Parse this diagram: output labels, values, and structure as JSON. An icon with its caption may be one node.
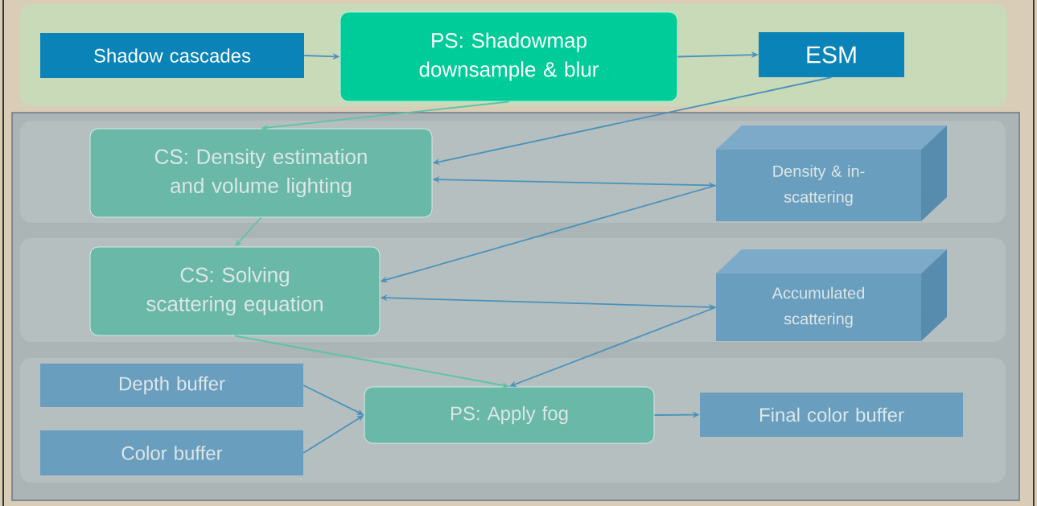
{
  "diagram": {
    "nodes": [
      {
        "text": [],
        "shape": "box"
      },
      {
        "text": [
          "Shadow cascades"
        ],
        "in": 0
      },
      {
        "text": [
          "PS: Shadowmap downsample & blur"
        ],
        "in": 0
      },
      {
        "text": [
          "ESM"
        ],
        "in": 0
      },
      {
        "text": [],
        "shape": "box"
      },
      {
        "text": [],
        "shape": "box",
        "in": 4
      },
      {
        "text": [
          "CS: Density estimation and volume lighting"
        ],
        "in": 5
      },
      {
        "text": [
          "Density & in-scattering"
        ],
        "in": 5
      },
      {
        "text": [],
        "shape": "box",
        "in": 4
      },
      {
        "text": [
          "CS: Solving scattering equation"
        ],
        "in": 8
      },
      {
        "text": [
          "Accumulated scattering"
        ],
        "in": 8
      },
      {
        "text": [],
        "shape": "box",
        "in": 4
      },
      {
        "text": [
          "Depth buffer"
        ],
        "in": 11
      },
      {
        "text": [
          "Color buffer"
        ],
        "in": 11
      },
      {
        "text": [
          "PS: Apply fog"
        ],
        "in": 11
      },
      {
        "text": [
          "Final color buffer"
        ],
        "in": 11
      }
    ],
    "edges": [
      {
        "from": 1,
        "to": 2,
        "arrow": "to"
      },
      {
        "from": 2,
        "to": 3,
        "arrow": "to"
      },
      {
        "from": 2,
        "to": 6,
        "arrow": "to",
        "color": "#5cc4a4"
      },
      {
        "from": 3,
        "to": 6,
        "arrow": "to"
      },
      {
        "from": 6,
        "to": 7,
        "arrow": "both"
      },
      {
        "from": 6,
        "to": 9,
        "arrow": "to",
        "color": "#5cc4a4"
      },
      {
        "from": 7,
        "to": 9,
        "arrow": "to"
      },
      {
        "from": 9,
        "to": 10,
        "arrow": "both"
      },
      {
        "from": 9,
        "to": 14,
        "arrow": "to",
        "color": "#5cc4a4"
      },
      {
        "from": 10,
        "to": 14,
        "arrow": "to"
      },
      {
        "from": 12,
        "to": 14,
        "arrow": "to"
      },
      {
        "from": 13,
        "to": 14,
        "arrow": "to"
      },
      {
        "from": 14,
        "to": 15,
        "arrow": "to"
      }
    ]
  }
}
